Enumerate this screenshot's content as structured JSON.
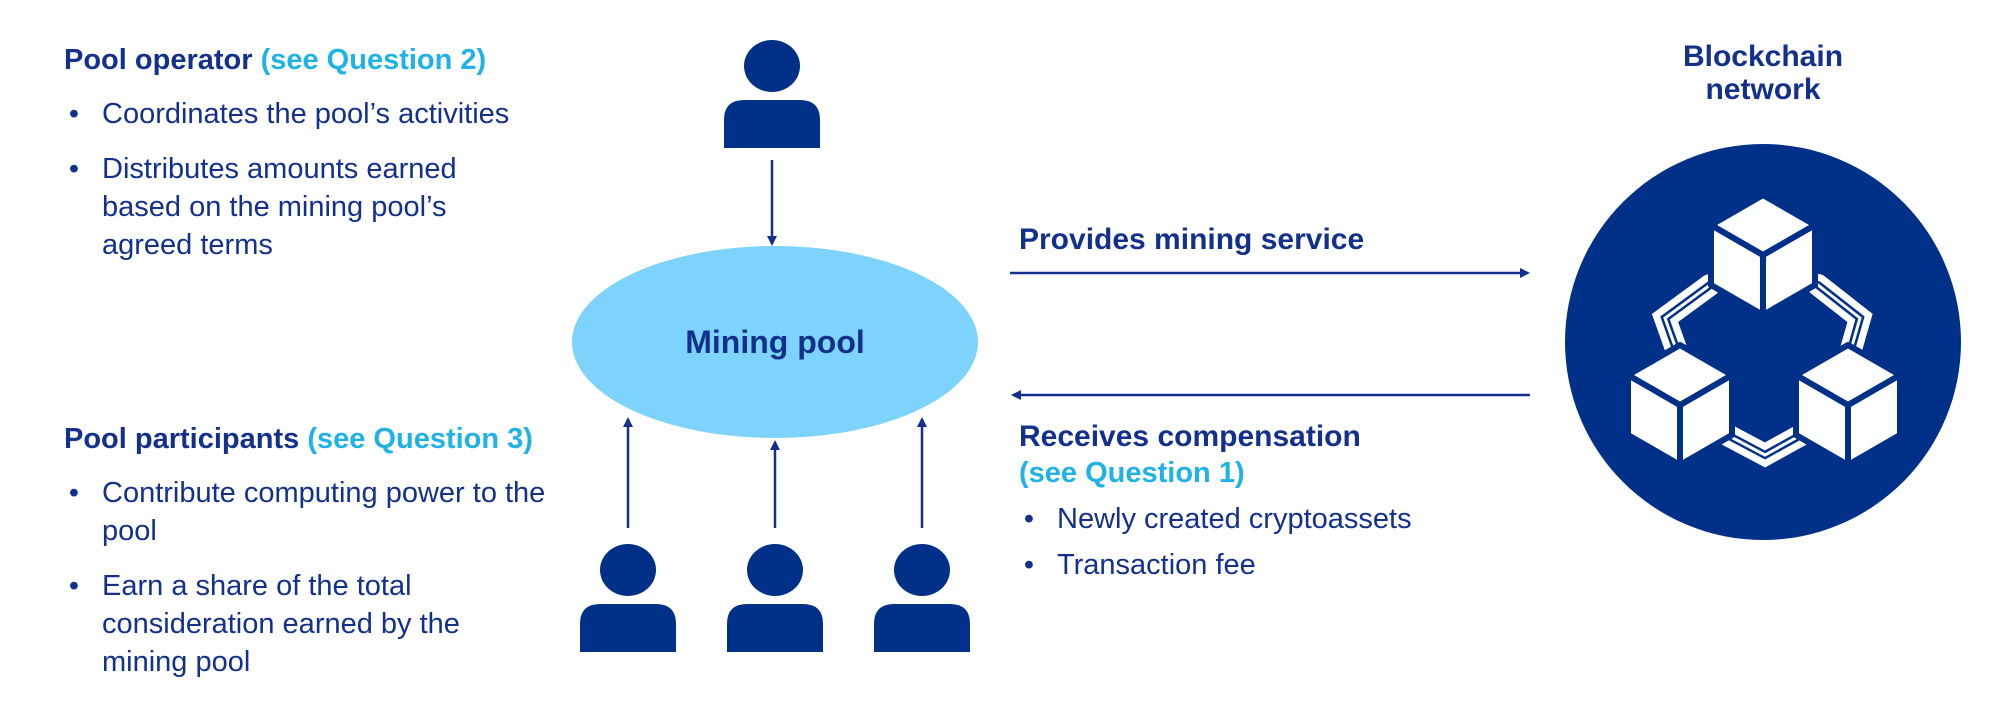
{
  "operator": {
    "title": "Pool operator",
    "ref": "(see Question 2)",
    "bullets": [
      "Coordinates the pool’s activities",
      "Distributes amounts earned based on the mining pool’s agreed terms"
    ]
  },
  "participants": {
    "title": "Pool participants",
    "ref": "(see Question 3)",
    "bullets": [
      "Contribute computing power to the pool",
      "Earn a share of the total consideration earned by the mining pool"
    ]
  },
  "pool": {
    "label": "Mining pool"
  },
  "blockchain": {
    "title_line1": "Blockchain",
    "title_line2": "network"
  },
  "flows": {
    "provides": "Provides mining service",
    "receives": "Receives compensation",
    "receives_ref": "(see Question 1)",
    "receives_bullets": [
      "Newly created cryptoassets",
      "Transaction fee"
    ]
  },
  "colors": {
    "navy": "#003087",
    "pool_fill": "#7dd3fb",
    "accent_ref": "#1fb2e6",
    "text": "#13318c"
  },
  "icons": {
    "operator": "person-icon",
    "participants": "person-icon",
    "blockchain": "blockchain-cubes-icon"
  }
}
